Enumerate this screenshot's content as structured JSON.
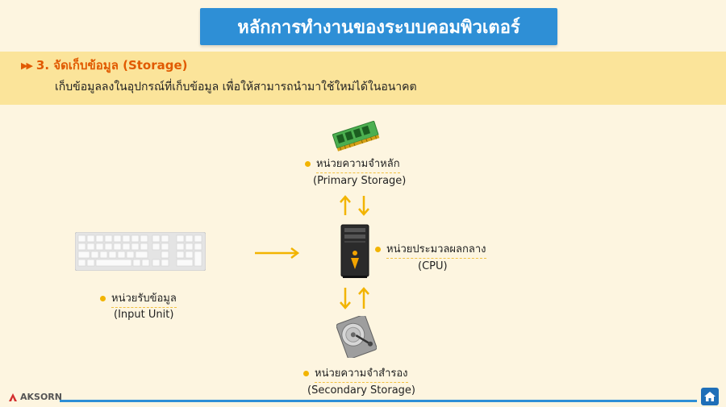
{
  "title": "หลักการทำงานของระบบคอมพิวเตอร์",
  "section": {
    "heading": "3. จัดเก็บข้อมูล (Storage)",
    "description": "เก็บข้อมูลลงในอุปกรณ์ที่เก็บข้อมูล เพื่อให้สามารถนำมาใช้ใหม่ได้ในอนาคต"
  },
  "nodes": {
    "primary": {
      "label": "หน่วยความจำหลัก",
      "sub": "(Primary Storage)"
    },
    "cpu": {
      "label": "หน่วยประมวลผลกลาง",
      "sub": "(CPU)"
    },
    "input": {
      "label": "หน่วยรับข้อมูล",
      "sub": "(Input Unit)"
    },
    "secondary": {
      "label": "หน่วยความจำสำรอง",
      "sub": "(Secondary Storage)"
    }
  },
  "footer": {
    "brand": "AKSORN"
  },
  "colors": {
    "banner": "#2e8fd6",
    "band": "#fbe49a",
    "heading": "#e15a00",
    "arrow": "#f2b400",
    "background": "#fdf5e0"
  },
  "icons": [
    "ram-icon",
    "cpu-tower-icon",
    "keyboard-icon",
    "hard-disk-icon",
    "home-icon",
    "aksorn-logo-icon",
    "double-chevron-icon"
  ]
}
